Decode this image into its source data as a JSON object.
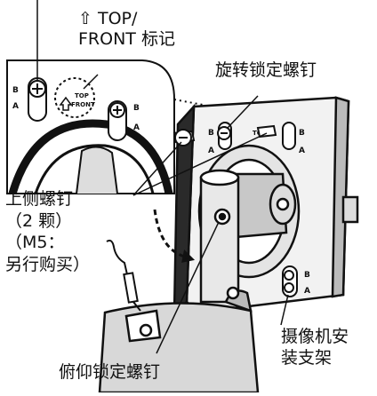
{
  "labels": {
    "top_front_mark": "⇧ TOP/\nFRONT 标记",
    "swivel_lock_screw": "旋转锁定螺钉",
    "upper_screws": "上侧螺钉\n（2 颗）\n（M5：\n另行购买）",
    "camera_bracket": "摄像机安\n装支架",
    "tilt_lock_screw": "俯仰锁定螺钉"
  },
  "inset_marks": {
    "b_left": "B",
    "a_left": "A",
    "top_text": "TOP",
    "front_text": "FRONT",
    "b_right": "B",
    "a_right": "A"
  },
  "plate_marks": {
    "b_1": "B",
    "a_1": "A",
    "top_text": "TOP",
    "b_2": "B",
    "a_2": "A",
    "b_3": "B",
    "a_3": "A"
  },
  "icons": [
    "arrow-up-outline-icon",
    "screw-icon",
    "rotation-arrow-icon"
  ],
  "colors": {
    "line": "#111111",
    "dark_fill": "#2a2a2a",
    "shade": "#c8c8c8",
    "light": "#e8e8e8"
  }
}
